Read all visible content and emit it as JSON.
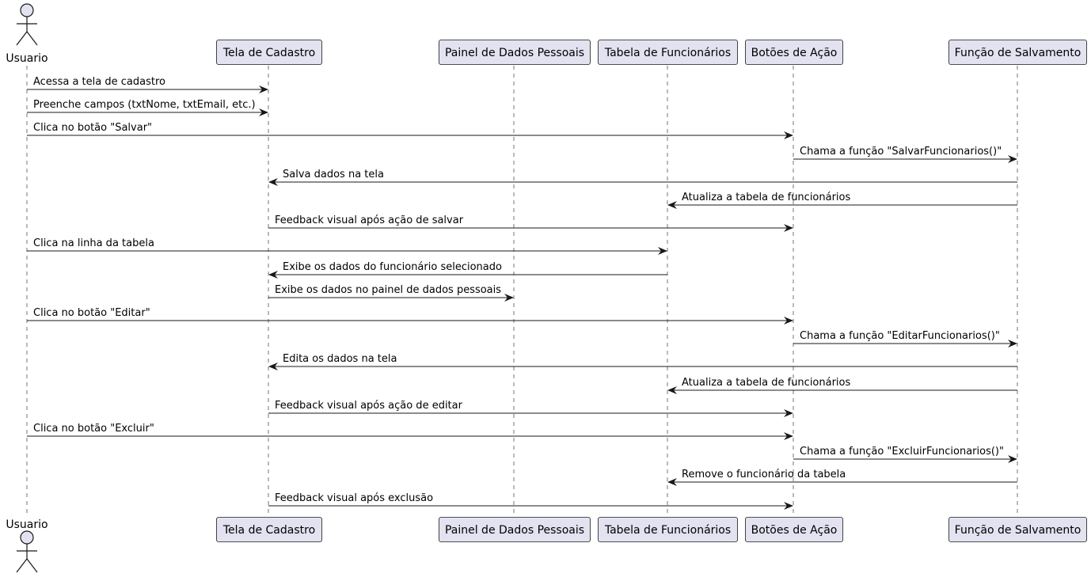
{
  "colors": {
    "participant_fill": "#e2e2f0",
    "participant_stroke": "#181818",
    "lifeline": "#181818",
    "arrow": "#181818",
    "text": "#000000",
    "background": "#ffffff"
  },
  "participants": [
    {
      "id": "usuario",
      "label": "Usuario",
      "kind": "actor"
    },
    {
      "id": "tela",
      "label": "Tela de Cadastro",
      "kind": "participant"
    },
    {
      "id": "painel",
      "label": "Painel de Dados Pessoais",
      "kind": "participant"
    },
    {
      "id": "tabela",
      "label": "Tabela de Funcionários",
      "kind": "participant"
    },
    {
      "id": "botoes",
      "label": "Botões de Ação",
      "kind": "participant"
    },
    {
      "id": "funcao",
      "label": "Função de Salvamento",
      "kind": "participant"
    }
  ],
  "messages": [
    {
      "from": "usuario",
      "to": "tela",
      "text": "Acessa a tela de cadastro"
    },
    {
      "from": "usuario",
      "to": "tela",
      "text": "Preenche campos (txtNome, txtEmail, etc.)"
    },
    {
      "from": "usuario",
      "to": "botoes",
      "text": "Clica no botão \"Salvar\""
    },
    {
      "from": "botoes",
      "to": "funcao",
      "text": "Chama a função \"SalvarFuncionarios()\""
    },
    {
      "from": "funcao",
      "to": "tela",
      "text": "Salva dados na tela"
    },
    {
      "from": "funcao",
      "to": "tabela",
      "text": "Atualiza a tabela de funcionários"
    },
    {
      "from": "tela",
      "to": "botoes",
      "text": "Feedback visual após ação de salvar"
    },
    {
      "from": "usuario",
      "to": "tabela",
      "text": "Clica na linha da tabela"
    },
    {
      "from": "tabela",
      "to": "tela",
      "text": "Exibe os dados do funcionário selecionado"
    },
    {
      "from": "tela",
      "to": "painel",
      "text": "Exibe os dados no painel de dados pessoais"
    },
    {
      "from": "usuario",
      "to": "botoes",
      "text": "Clica no botão \"Editar\""
    },
    {
      "from": "botoes",
      "to": "funcao",
      "text": "Chama a função \"EditarFuncionarios()\""
    },
    {
      "from": "funcao",
      "to": "tela",
      "text": "Edita os dados na tela"
    },
    {
      "from": "funcao",
      "to": "tabela",
      "text": "Atualiza a tabela de funcionários"
    },
    {
      "from": "tela",
      "to": "botoes",
      "text": "Feedback visual após ação de editar"
    },
    {
      "from": "usuario",
      "to": "botoes",
      "text": "Clica no botão \"Excluir\""
    },
    {
      "from": "botoes",
      "to": "funcao",
      "text": "Chama a função \"ExcluirFuncionarios()\""
    },
    {
      "from": "funcao",
      "to": "tabela",
      "text": "Remove o funcionário da tabela"
    },
    {
      "from": "tela",
      "to": "botoes",
      "text": "Feedback visual após exclusão"
    }
  ]
}
